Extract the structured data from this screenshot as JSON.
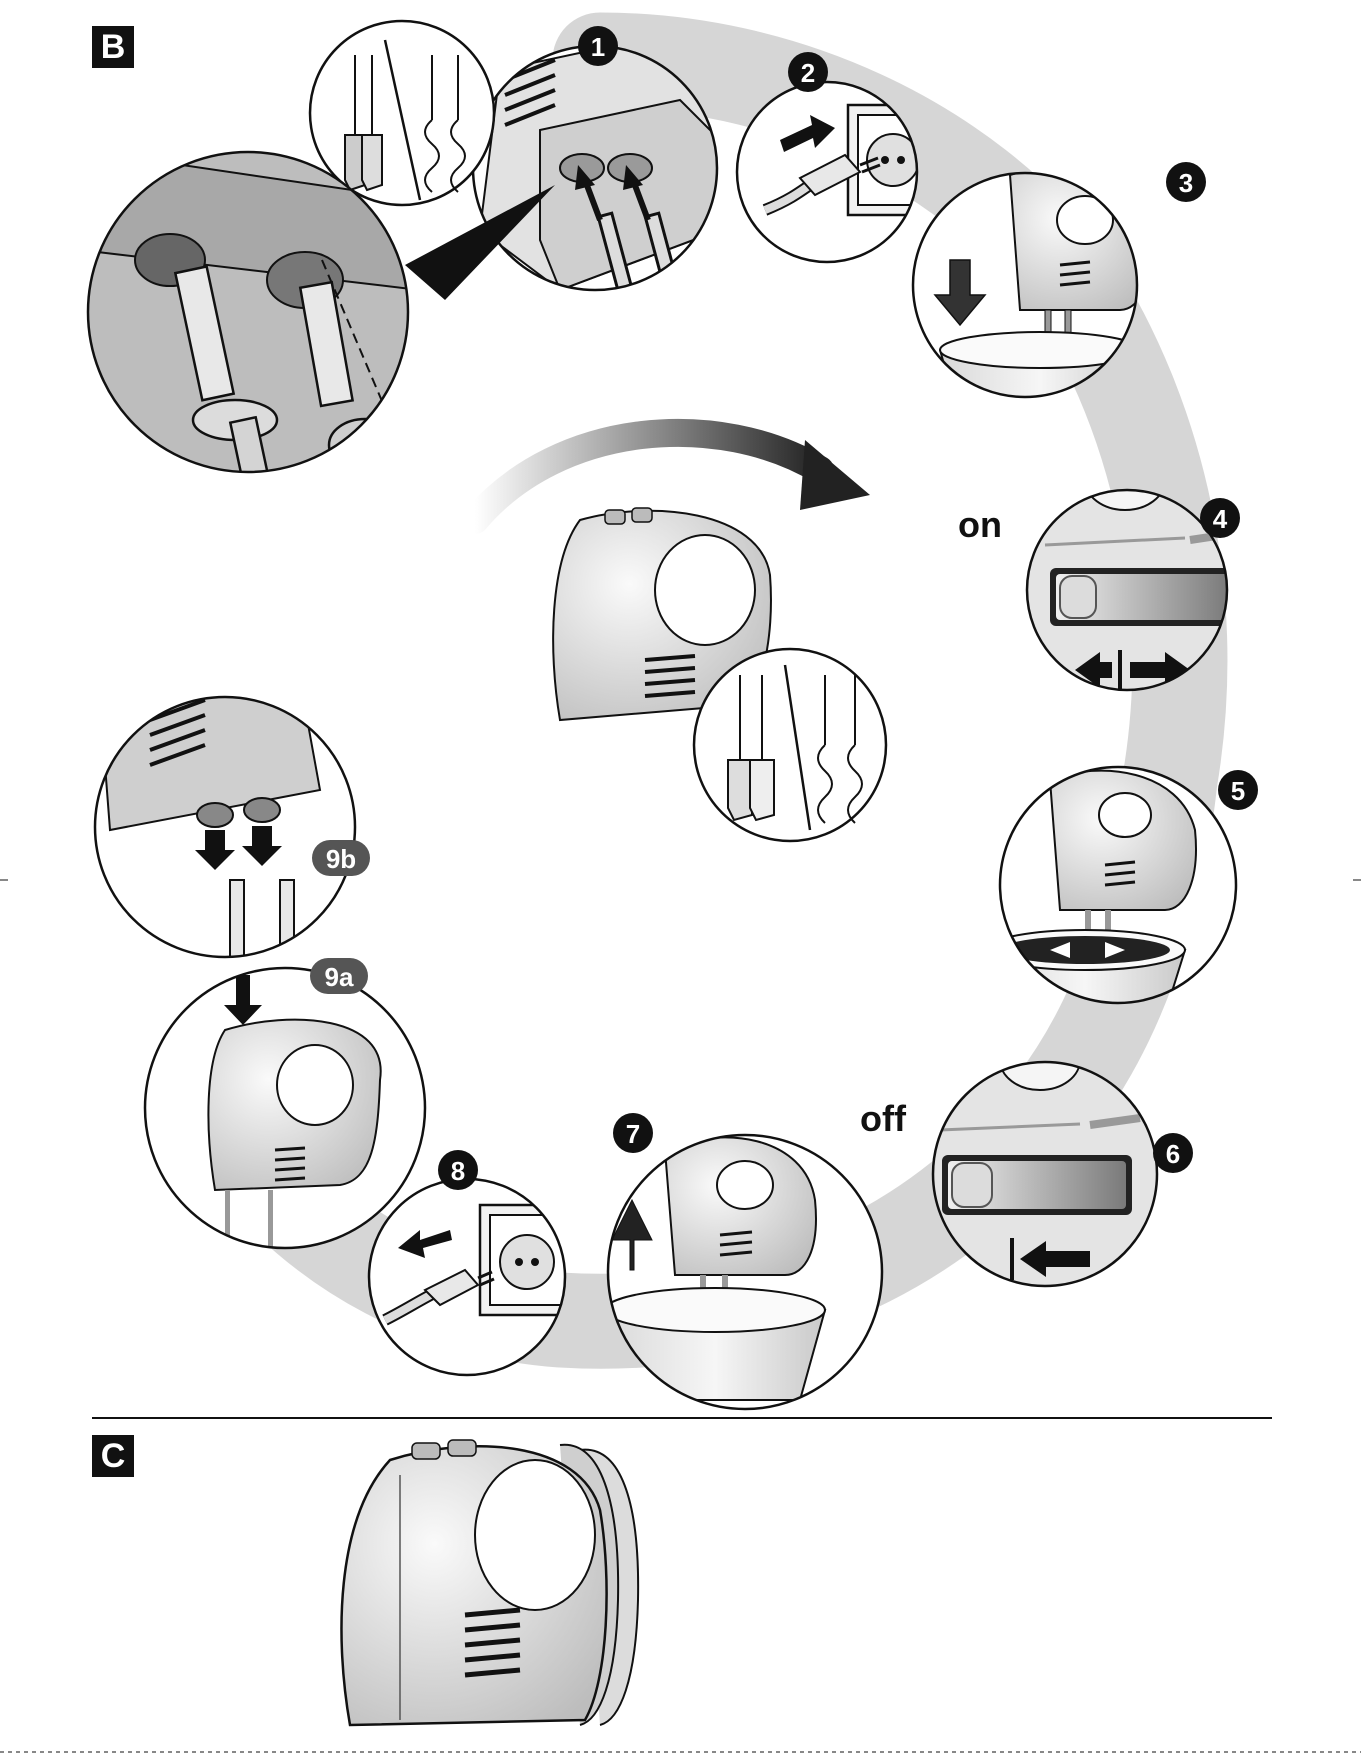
{
  "sections": {
    "b": "B",
    "c": "C"
  },
  "steps": {
    "s1": "1",
    "s2": "2",
    "s3": "3",
    "s4": "4",
    "s5": "5",
    "s6": "6",
    "s7": "7",
    "s8": "8",
    "s9a": "9a",
    "s9b": "9b"
  },
  "switch_labels": {
    "on": "on",
    "off": "off"
  },
  "colors": {
    "ink": "#111111",
    "shade": "#c8c8c8",
    "body": "#e6e6e6",
    "badge_grey": "#555555"
  }
}
